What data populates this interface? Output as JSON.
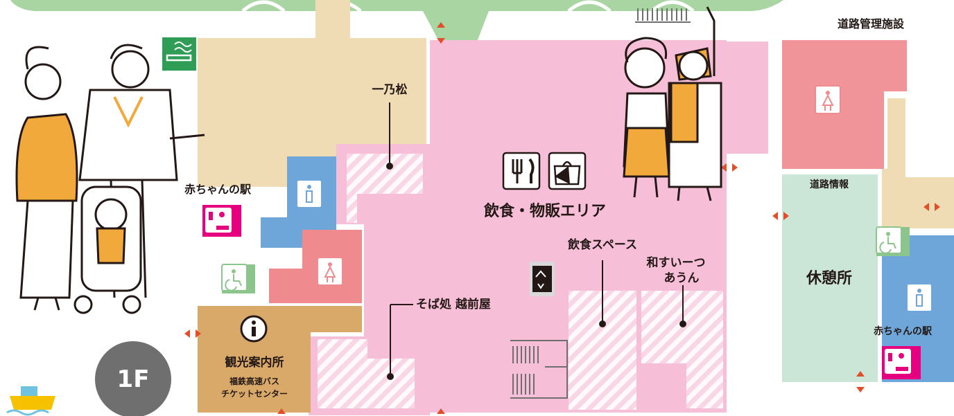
{
  "map": {
    "floor_badge": "1F",
    "labels": {
      "road_management": "道路管理施設",
      "ichinomatsu": "一乃松",
      "baby_station_left": "赤ちゃんの駅",
      "food_area": "飲食・物販エリア",
      "eating_space": "飲食スペース",
      "wasui_line1": "和すいーつ",
      "wasui_line2": "あうん",
      "soba": "そば処 越前屋",
      "tourist_info": "観光案内所",
      "bus_line1": "福鉄高速バス",
      "bus_line2": "チケットセンター",
      "road_info": "道路情報",
      "rest_area": "休憩所",
      "baby_station_right": "赤ちゃんの駅"
    },
    "colors": {
      "pink_area": "#f6bfd7",
      "beige_area": "#efdcb5",
      "tan_info": "#d9a96a",
      "blue_restroom": "#6fa6d9",
      "red_restroom": "#ef8b8e",
      "rest_green": "#cbe5d6",
      "bubble_green": "#a9d5a3",
      "smoking_green": "#2f9d55",
      "magenta": "#e4007f",
      "arrow_red": "#e14f2a"
    },
    "icons": [
      "smoking-area-icon",
      "restaurant-icon",
      "shopping-icon",
      "elevator-icon",
      "info-icon",
      "mens-restroom-icon",
      "womens-restroom-icon",
      "accessible-restroom-icon",
      "baby-care-icon",
      "stairs-icon",
      "ship-icon"
    ]
  }
}
